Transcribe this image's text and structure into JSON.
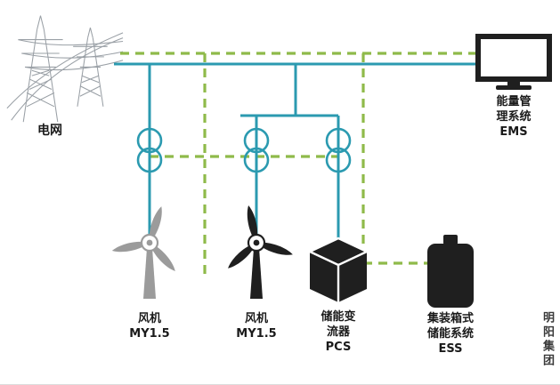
{
  "diagram": {
    "grid_label": "电网",
    "ems": {
      "line1": "能量管",
      "line2": "理系统",
      "line3": "EMS"
    },
    "turbine1": {
      "line1": "风机",
      "line2": "MY1.5"
    },
    "turbine2": {
      "line1": "风机",
      "line2": "MY1.5"
    },
    "pcs": {
      "line1": "储能变",
      "line2": "流器",
      "line3": "PCS"
    },
    "ess": {
      "line1": "集装箱式",
      "line2": "储能系统",
      "line3": "ESS"
    },
    "brand": "明阳集团",
    "colors": {
      "power_line": "#2b9ab0",
      "comm_line": "#8fba4a",
      "icon_dark": "#1f1f1f",
      "turbine_gray": "#9b9b9b"
    }
  }
}
